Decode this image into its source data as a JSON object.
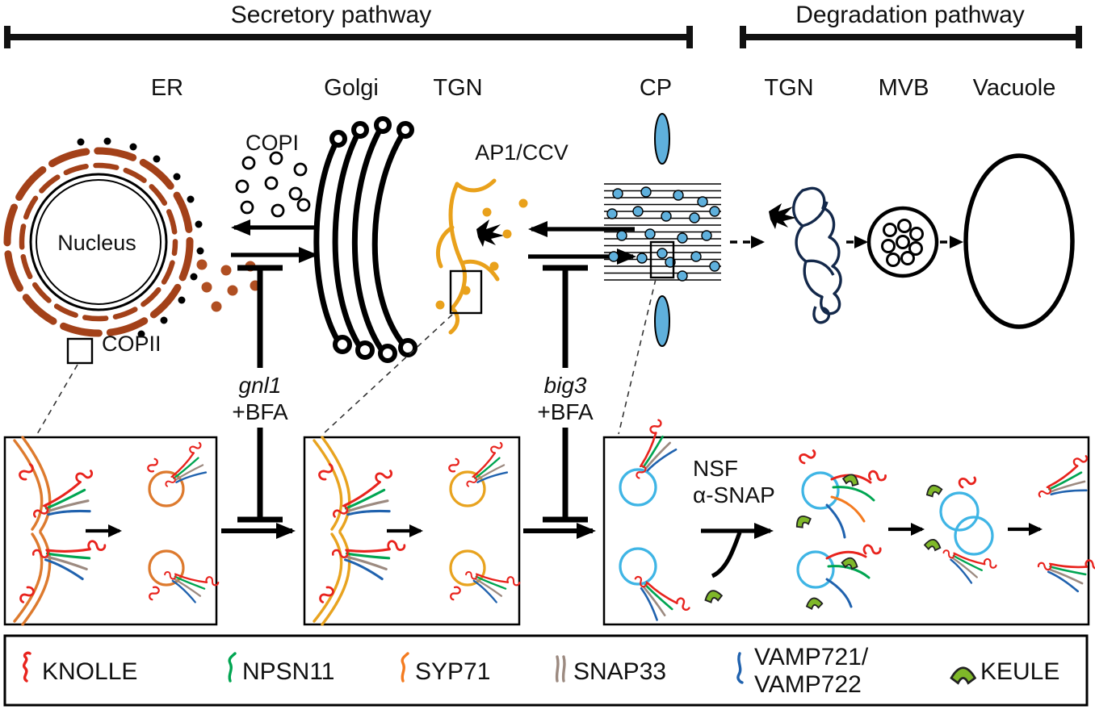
{
  "figure": {
    "headers": {
      "secretory": "Secretory pathway",
      "degradation": "Degradation pathway"
    },
    "organelles": {
      "er": "ER",
      "golgi": "Golgi",
      "tgn_secretory": "TGN",
      "cp": "CP",
      "tgn_degradation": "TGN",
      "mvb": "MVB",
      "vacuole": "Vacuole",
      "nucleus": "Nucleus"
    },
    "annotations": {
      "copi": "COPI",
      "copii": "COPII",
      "ap1_ccv": "AP1/CCV",
      "gnl1_gene": "gnl1",
      "gnl1_treatment": "+BFA",
      "big3_gene": "big3",
      "big3_treatment": "+BFA",
      "nsf": "NSF",
      "alpha_snap": "α-SNAP"
    },
    "legend": {
      "items": [
        {
          "name": "knolle",
          "label": "KNOLLE",
          "color": "#e8231d"
        },
        {
          "name": "npsn11",
          "label": "NPSN11",
          "color": "#00a551"
        },
        {
          "name": "syp71",
          "label": "SYP71",
          "color": "#f47b20"
        },
        {
          "name": "snap33",
          "label": "SNAP33",
          "color": "#9c8a80"
        },
        {
          "name": "vamp721_722",
          "label_line1": "VAMP721/",
          "label_line2": "VAMP722",
          "color": "#2062ae"
        },
        {
          "name": "keule",
          "label": "KEULE",
          "color": "#7fb829"
        }
      ]
    },
    "colors": {
      "er_membrane": "#a34119",
      "copii_vesicle": "#b04f22",
      "golgi": "#000000",
      "tgn_membrane": "#e9a11b",
      "cell_plate_vesicle": "#5fb0dc",
      "fusion_vesicle": "#3fb5e5",
      "degradation_tgn_outline": "#13284a",
      "inhibition": "#000000"
    }
  }
}
